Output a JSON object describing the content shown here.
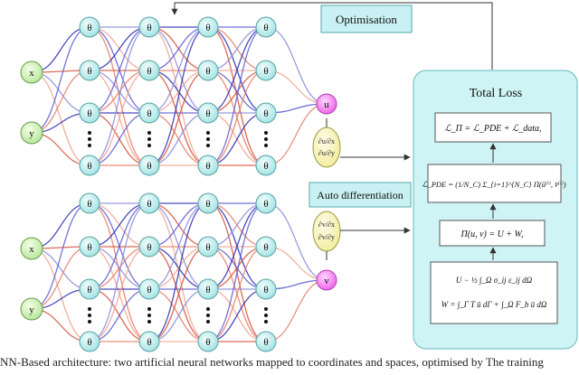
{
  "buttons": {
    "optimisation": "Optimisation",
    "auto_differentiation": "Auto differentiation"
  },
  "panel": {
    "title": "Total Loss",
    "eq_total": "ℒ_Π = ℒ_PDE + ℒ_data,",
    "eq_pde": "ℒ_PDE = (1/N_C) Σ_{i=1}^{N_C} Π(û⁽ⁱ⁾, v̂⁽ⁱ⁾)",
    "eq_energy": "Π(u, v) = U + W,",
    "eq_u": "U − ½ ∫_Ω σ_ij ε_ij dΩ",
    "eq_w": "W = ∫_Γ T ū dΓ + ∫_Ω F_b ū dΩ"
  },
  "network": {
    "inputs": [
      "x",
      "y"
    ],
    "hidden_symbol": "θ",
    "output_u": "u",
    "output_v": "v",
    "deriv_u": [
      "∂u/∂x",
      "∂u/∂y"
    ],
    "deriv_v": [
      "∂v/∂x",
      "∂v/∂y"
    ]
  },
  "caption": "NN-Based architecture: two artificial neural networks mapped to coordinates and spaces, optimised by The training"
}
